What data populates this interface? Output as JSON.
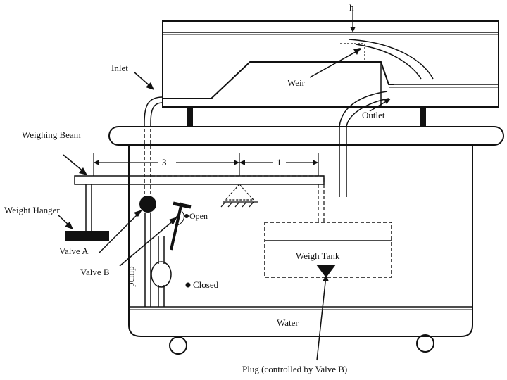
{
  "labels": {
    "h": "h",
    "inlet": "Inlet",
    "weir": "Weir",
    "outlet": "Outlet",
    "weighing_beam": "Weighing Beam",
    "dim_left": "3",
    "dim_right": "1",
    "weight_hanger": "Weight Hanger",
    "open": "Open",
    "valve_a": "Valve A",
    "valve_b": "Valve B",
    "pump": "pump",
    "closed": "Closed",
    "weigh_tank": "Weigh Tank",
    "water": "Water",
    "plug": "Plug (controlled by Valve B)"
  },
  "colors": {
    "line": "#111111",
    "background": "#ffffff"
  }
}
